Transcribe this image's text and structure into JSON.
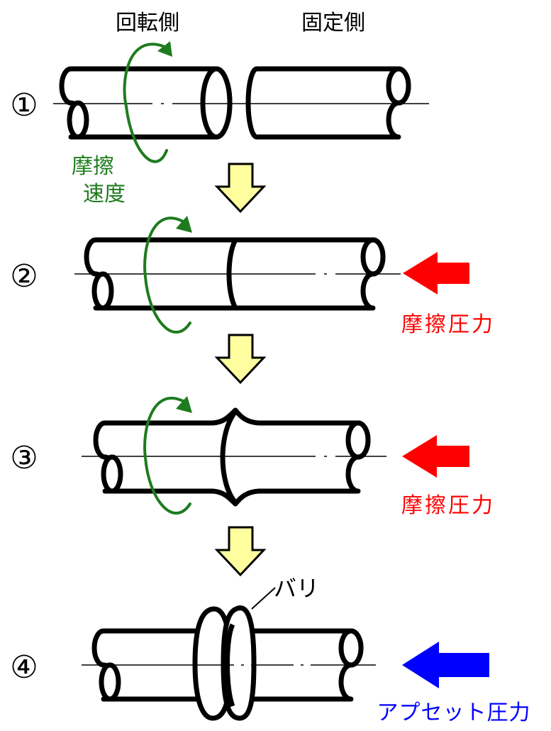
{
  "headers": {
    "rotating_side": "回転側",
    "fixed_side": "固定側"
  },
  "steps": [
    {
      "number": "①"
    },
    {
      "number": "②",
      "force_label": "摩擦圧力"
    },
    {
      "number": "③",
      "force_label": "摩擦圧力"
    },
    {
      "number": "④",
      "force_label": "アプセット圧力"
    }
  ],
  "speed_label": {
    "line1": "摩擦",
    "line2": "速度"
  },
  "burr_label": "バリ",
  "colors": {
    "friction_pressure": "#ff0000",
    "upset_pressure": "#0000ff",
    "rotation": "#1e7b1e",
    "step_arrow": "#ffffa0"
  }
}
